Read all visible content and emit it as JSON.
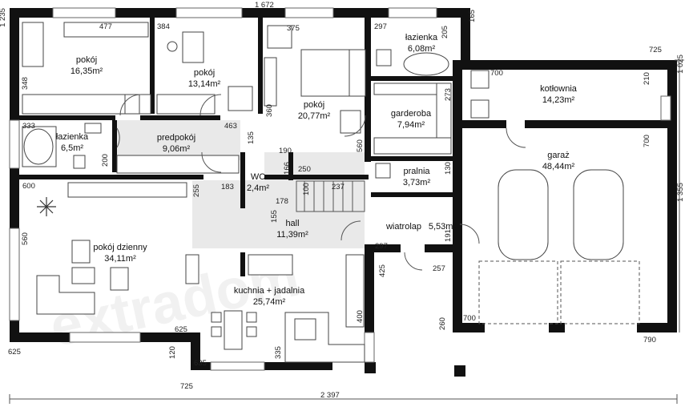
{
  "rooms": {
    "pokoj1": {
      "name": "pokój",
      "area": "16,35m²"
    },
    "pokoj2": {
      "name": "pokój",
      "area": "13,14m²"
    },
    "pokoj3": {
      "name": "pokój",
      "area": "20,77m²"
    },
    "lazienka1": {
      "name": "łazienka",
      "area": "6,08m²"
    },
    "kotlownia": {
      "name": "kotłownia",
      "area": "14,23m²"
    },
    "garderoba": {
      "name": "garderoba",
      "area": "7,94m²"
    },
    "lazienka2": {
      "name": "łazienka",
      "area": "6,5m²"
    },
    "predpokoj": {
      "name": "predpokój",
      "area": "9,06m²"
    },
    "wc": {
      "name": "WC",
      "area": "2,4m²"
    },
    "pralnia": {
      "name": "pralnia",
      "area": "3,73m²"
    },
    "garaz": {
      "name": "garaż",
      "area": "48,44m²"
    },
    "hall": {
      "name": "hall",
      "area": "11,39m²"
    },
    "wiatrolap": {
      "name": "wiatrolap",
      "area": "5,53m²"
    },
    "pokoj_dzienny": {
      "name": "pokój dzienny",
      "area": "34,11m²"
    },
    "kuchnia": {
      "name": "kuchnia + jadalnia",
      "area": "25,74m²"
    }
  },
  "dims": {
    "top_total": "1 672",
    "left_top": "1 235",
    "top_right_165": "165",
    "right_725": "725",
    "right_1025": "1 025",
    "right_1355": "1 355",
    "bottom_total": "2 397",
    "d477": "477",
    "d384": "384",
    "d375": "375",
    "d297a": "297",
    "d205": "205",
    "d348": "348",
    "d700a": "700",
    "d210": "210",
    "d360": "360",
    "d273": "273",
    "d333": "333",
    "d463": "463",
    "d135": "135",
    "d200": "200",
    "d560a": "560",
    "d700b": "700",
    "d190": "190",
    "d166": "166",
    "d250": "250",
    "d130": "130",
    "d600": "600",
    "d255": "255",
    "d183": "183",
    "d100": "100",
    "d237": "237",
    "d178": "178",
    "d155": "155",
    "d560b": "560",
    "d191": "191",
    "d297b": "297",
    "d425": "425",
    "d257": "257",
    "d400": "400",
    "d260": "260",
    "d700c": "700",
    "d790": "790",
    "d625a": "625",
    "d625b": "625",
    "d120": "120",
    "d635": "635",
    "d335": "335",
    "d725b": "725"
  },
  "watermark": "extradom"
}
